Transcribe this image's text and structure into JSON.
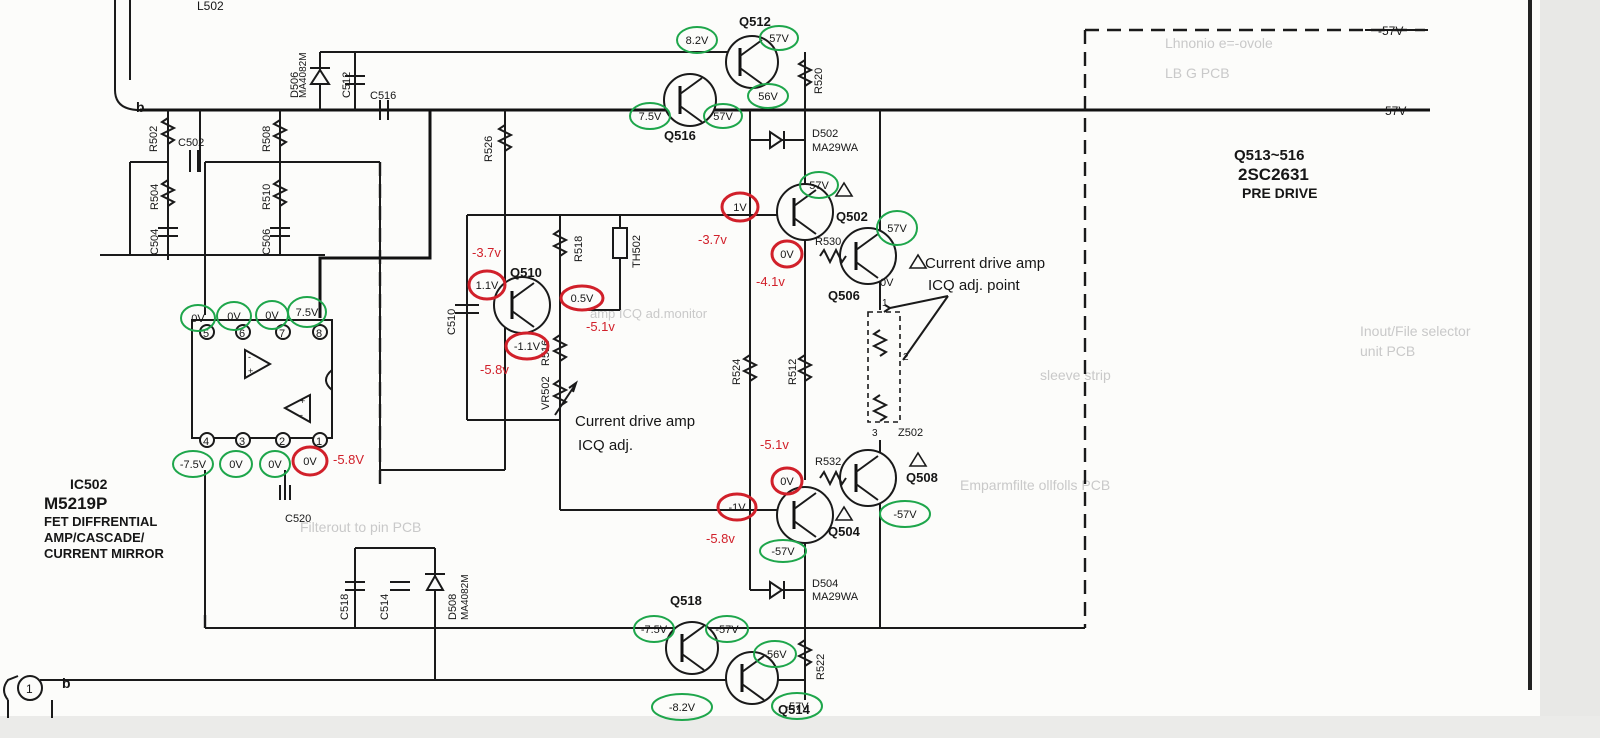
{
  "rail_labels": {
    "top": "-57V",
    "mid": "57V",
    "node_b_top": "b",
    "node_b_bottom": "b",
    "node_b_bottom_pin": "1"
  },
  "heading": {
    "part_range": "Q513~516",
    "part_type": "2SC2631",
    "function": "PRE DRIVE"
  },
  "ic": {
    "ref": "IC502",
    "model": "M5219P",
    "desc_line1": "FET DIFFRENTIAL",
    "desc_line2": "AMP/CASCADE/",
    "desc_line3": "CURRENT MIRROR",
    "pins_top": [
      "5",
      "6",
      "7",
      "8"
    ],
    "pins_bottom": [
      "4",
      "3",
      "2",
      "1"
    ]
  },
  "components": {
    "L502": "L502",
    "D506": "D506",
    "D506_type": "MA4082M",
    "C512": "C512",
    "C516": "C516",
    "R502": "R502",
    "C502": "C502",
    "R504": "R504",
    "C504": "C504",
    "R508": "R508",
    "R510": "R510",
    "C506": "C506",
    "R526": "R526",
    "R518": "R518",
    "TH502": "TH502",
    "C510": "C510",
    "R516": "R516",
    "VR502": "VR502",
    "R520": "R520",
    "D502": "D502",
    "D502_type": "MA29WA",
    "R530": "R530",
    "R524": "R524",
    "R512": "R512",
    "R532": "R532",
    "Z502": "Z502",
    "D504": "D504",
    "D504_type": "MA29WA",
    "R522": "R522",
    "C518": "C518",
    "C514": "C514",
    "D508": "D508",
    "D508_type": "MA4082M",
    "C520": "C520",
    "Q512": "Q512",
    "Q516": "Q516",
    "Q502": "Q502",
    "Q506": "Q506",
    "Q510": "Q510",
    "Q508": "Q508",
    "Q504": "Q504",
    "Q518": "Q518",
    "Q514": "Q514",
    "z_pin1": "1",
    "z_pin2": "2",
    "z_pin3": "3",
    "q506_ov": "0V"
  },
  "annotations": {
    "cd_point_line1": "Current drive amp",
    "cd_point_line2": "ICQ adj. point",
    "cd_adj_line1": "Current drive amp",
    "cd_adj_line2": "ICQ adj."
  },
  "green_labels": [
    {
      "id": "q512-base",
      "text": "8.2V"
    },
    {
      "id": "q512-col",
      "text": "57V"
    },
    {
      "id": "q516-base",
      "text": "7.5V"
    },
    {
      "id": "q516-col",
      "text": "57V"
    },
    {
      "id": "q512-em",
      "text": "56V"
    },
    {
      "id": "q502-col",
      "text": "57V"
    },
    {
      "id": "q506-col",
      "text": "57V"
    },
    {
      "id": "ic-p5",
      "text": "0V"
    },
    {
      "id": "ic-p6",
      "text": "0V"
    },
    {
      "id": "ic-p7",
      "text": "0V"
    },
    {
      "id": "ic-p8",
      "text": "7.5V"
    },
    {
      "id": "ic-p4",
      "text": "-7.5V"
    },
    {
      "id": "ic-p3",
      "text": "0V"
    },
    {
      "id": "ic-p2",
      "text": "0V"
    },
    {
      "id": "q508-col",
      "text": "-57V"
    },
    {
      "id": "q504-col",
      "text": "-57V"
    },
    {
      "id": "q518-base",
      "text": "-7.5V"
    },
    {
      "id": "q518-col",
      "text": "-57V"
    },
    {
      "id": "q514-em",
      "text": "-56V"
    },
    {
      "id": "q514-base",
      "text": "-8.2V"
    },
    {
      "id": "q514-col",
      "text": "-57V"
    }
  ],
  "red_labels": [
    {
      "id": "q502-base",
      "text": "1V"
    },
    {
      "id": "q506-base",
      "text": "0V"
    },
    {
      "id": "q510-col",
      "text": "1.1V"
    },
    {
      "id": "q510-em",
      "text": "0.5V"
    },
    {
      "id": "q510-base",
      "text": "-1.1V"
    },
    {
      "id": "ic-p1",
      "text": "0V"
    },
    {
      "id": "q508-base",
      "text": "0V"
    },
    {
      "id": "q504-base",
      "text": "-1V"
    }
  ],
  "red_notes": {
    "q510_top": "-3.7v",
    "q510_bottom": "-5.8v",
    "q502_base": "-3.7v",
    "q506_base": "-4.1v",
    "q510_em": "-5.1v",
    "ic_p1": "-5.8V",
    "q508_base": "-5.1v",
    "q504_base": "-5.8v"
  },
  "colors": {
    "green": "#1ea64b",
    "red": "#d1202a",
    "ink": "#161616"
  }
}
